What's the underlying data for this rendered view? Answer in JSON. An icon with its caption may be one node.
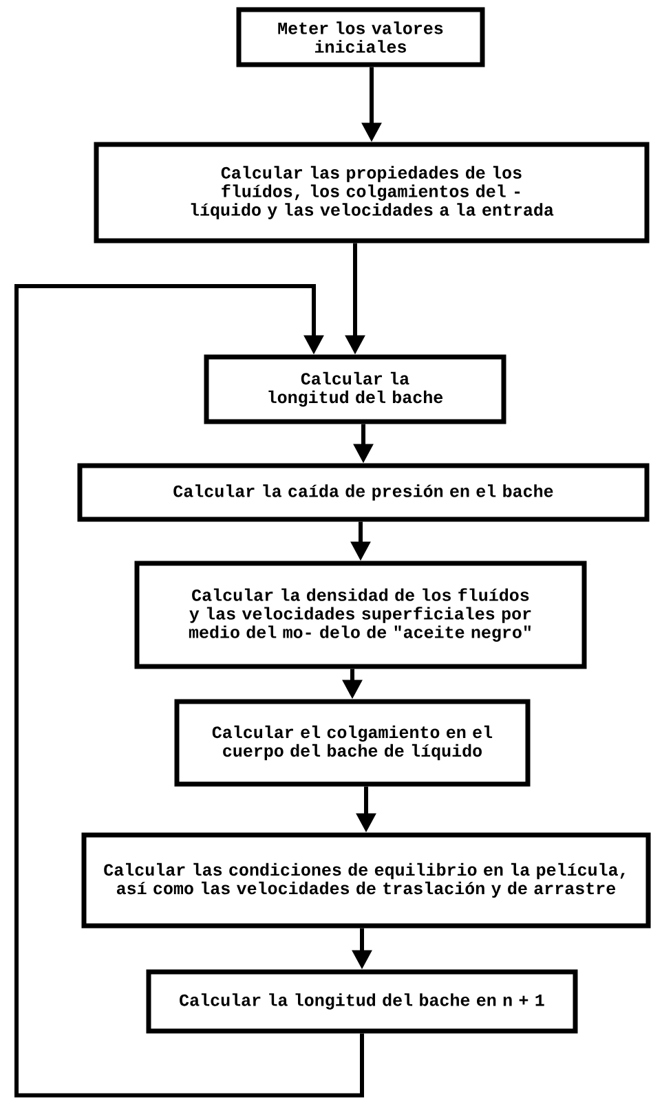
{
  "diagram": {
    "nodes": [
      {
        "text": [
          "Meter los valores iniciales"
        ]
      },
      {
        "text": [
          "Calcular las propiedades de los fluídos, los colgamientos del - líquido y las velocidades a la entrada"
        ]
      },
      {
        "text": [
          "Calcular la longitud del bache"
        ]
      },
      {
        "text": [
          "Calcular la caída de presión en el bache"
        ]
      },
      {
        "text": [
          "Calcular la densidad de los fluídos y las velocidades superficiales por medio del mo- delo de \"aceite negro\""
        ]
      },
      {
        "text": [
          "Calcular el colgamiento en el cuerpo del bache de líquido"
        ]
      },
      {
        "text": [
          "Calcular las condiciones de equilibrio en la película, así como las velocidades de traslación y de arrastre"
        ]
      },
      {
        "text": [
          "Calcular la longitud del bache en n + 1"
        ]
      }
    ],
    "edges": [
      {
        "from": 0,
        "to": 1,
        "arrow": "to"
      },
      {
        "from": 1,
        "to": 2,
        "arrow": "to"
      },
      {
        "from": 2,
        "to": 3,
        "arrow": "to"
      },
      {
        "from": 3,
        "to": 4,
        "arrow": "to"
      },
      {
        "from": 4,
        "to": 5,
        "arrow": "to"
      },
      {
        "from": 5,
        "to": 6,
        "arrow": "to"
      },
      {
        "from": 6,
        "to": 7,
        "arrow": "to"
      },
      {
        "from": 7,
        "to": 2,
        "arrow": "to"
      }
    ]
  }
}
